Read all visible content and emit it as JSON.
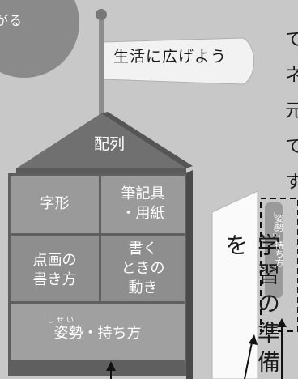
{
  "corner_label": "がる",
  "flag_label": "生活に広げよう",
  "roof_label": "配列",
  "blocks": {
    "jikei": "字形",
    "hikkigu_line1": "筆記具",
    "hikkigu_line2": "・用紙",
    "tenkaku_line1": "点画の",
    "tenkaku_line2": "書き方",
    "kakutoki_line1": "書く",
    "kakutoki_line2": "ときの",
    "kakutoki_line3": "動き",
    "shisei": "姿勢・持ち方",
    "shisei_ruby": "しせい"
  },
  "right_column_chars": [
    "て",
    "ネ",
    "元",
    "て",
    "す"
  ],
  "side_panel": {
    "title": "学習の準備を",
    "tab_label": "姿勢・持ち方",
    "tab_ruby": "し せい"
  },
  "colors": {
    "background": "#c8c8c8",
    "block_fill": "#9a9a9a",
    "block_side": "#7a7a7a",
    "roof_fill": "#6e6e6e",
    "tab_fill": "#9a9a9a"
  }
}
